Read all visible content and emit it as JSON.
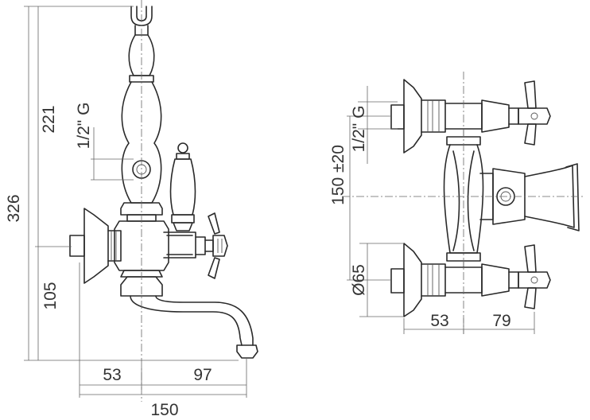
{
  "side_view": {
    "dims": {
      "total_height": "326",
      "upper_height": "221",
      "thread": "1/2\" G",
      "lower_height": "105",
      "left_width": "53",
      "right_width": "97",
      "total_width": "150"
    }
  },
  "front_view": {
    "dims": {
      "center_distance": "150 ±20",
      "thread": "1/2\" G",
      "diameter": "Ø65",
      "left_width": "53",
      "right_width": "79"
    }
  }
}
